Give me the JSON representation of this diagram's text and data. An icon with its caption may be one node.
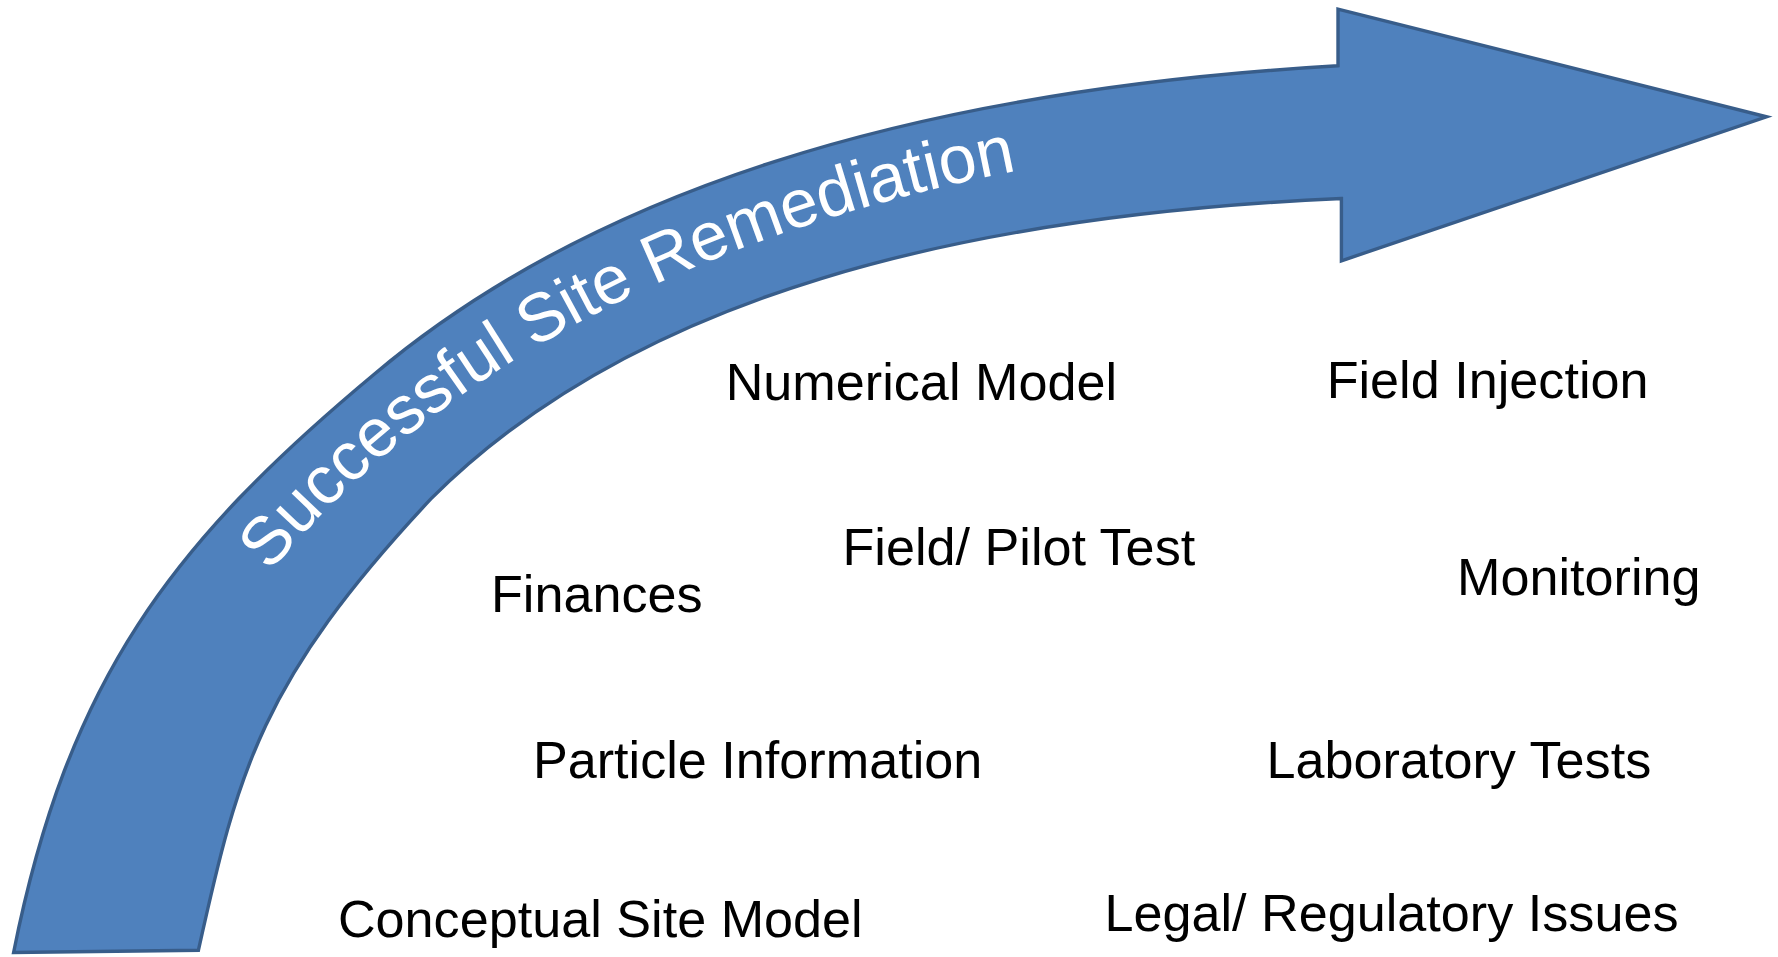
{
  "diagram": {
    "nodes": [
      {
        "text": [
          "Successful Site Remediation"
        ]
      }
    ],
    "labels": [
      "Numerical Model",
      "Field Injection",
      "Field/ Pilot Test",
      "Finances",
      "Monitoring",
      "Particle Information",
      "Laboratory Tests",
      "Conceptual Site Model",
      "Legal/ Regulatory Issues"
    ]
  }
}
